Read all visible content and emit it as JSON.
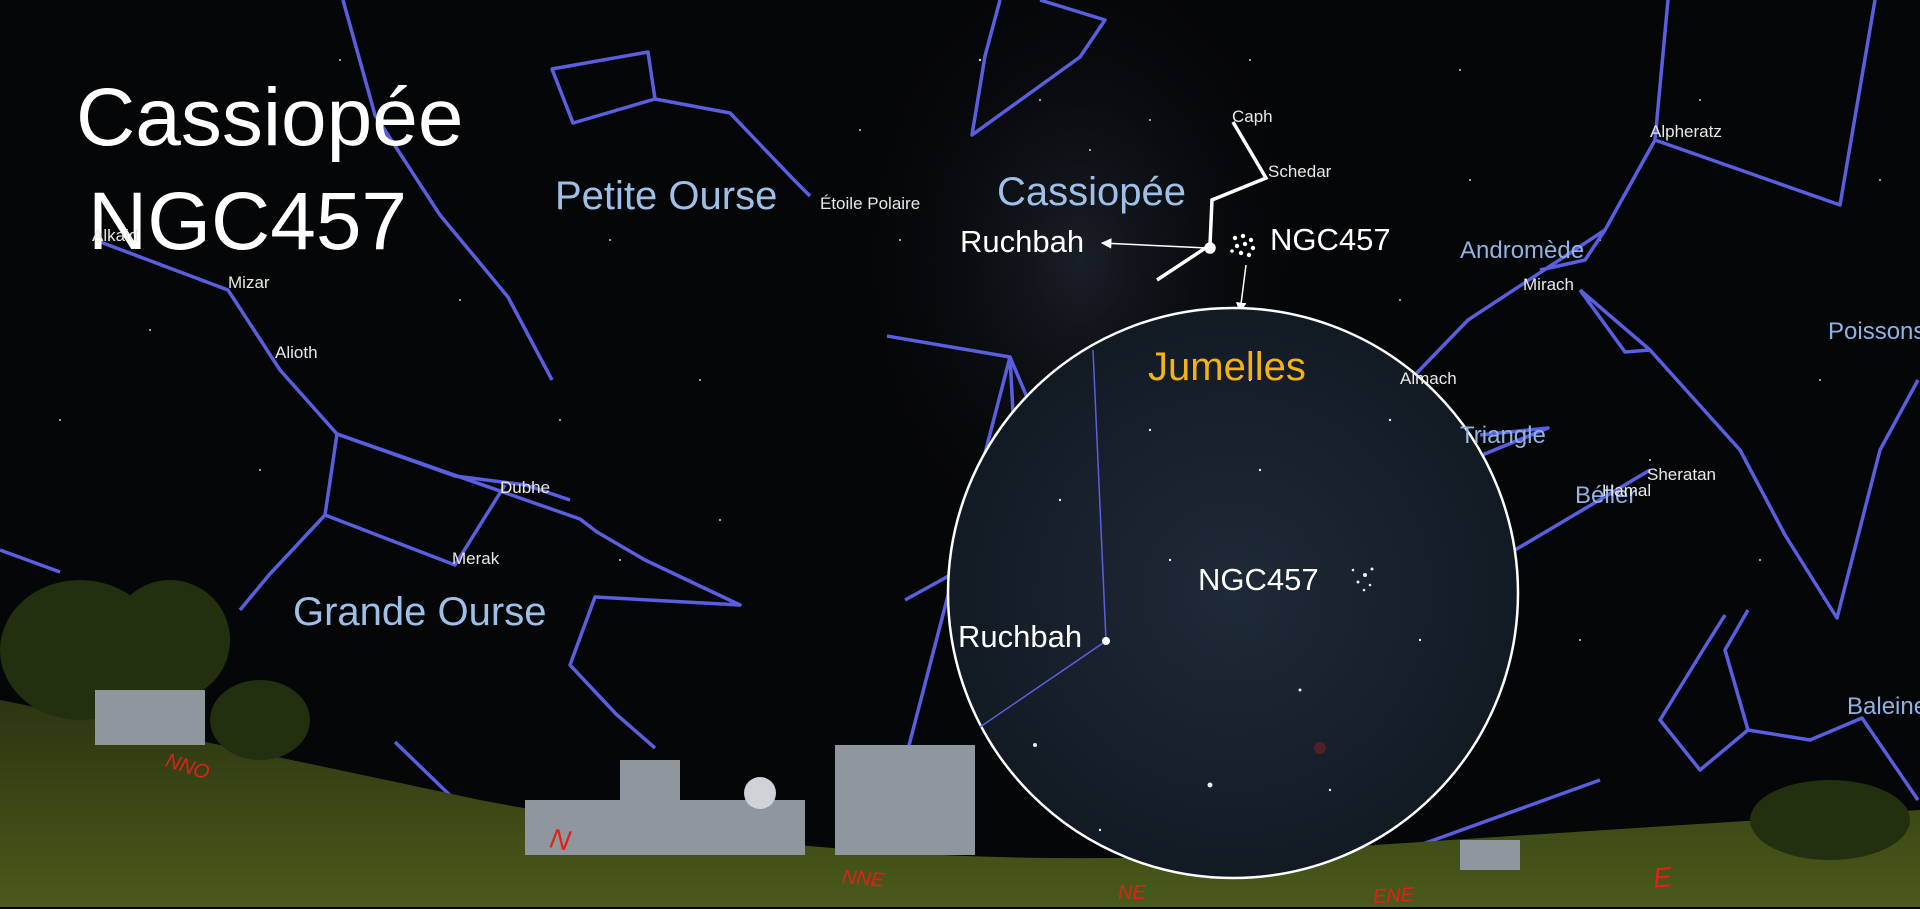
{
  "title": {
    "line1": "Cassiopée",
    "line2": "NGC457"
  },
  "constellations": {
    "petite_ourse": "Petite Ourse",
    "cassiopee": "Cassiopée",
    "grande_ourse": "Grande Ourse",
    "andromede": "Andromède",
    "poissons": "Poissons",
    "triangle": "Triangle",
    "belier": "Bélier",
    "baleine": "Baleine"
  },
  "stars": {
    "caph": "Caph",
    "schedar": "Schedar",
    "ruchbah": "Ruchbah",
    "ngc457": "NGC457",
    "etoile_polaire": "Étoile Polaire",
    "alkaid": "Alkaid",
    "mizar": "Mizar",
    "alioth": "Alioth",
    "dubhe": "Dubhe",
    "merak": "Merak",
    "alpheratz": "Alpheratz",
    "mirach": "Mirach",
    "almach": "Almach",
    "sheratan": "Sheratan",
    "hamal": "Hamal"
  },
  "cardinal": {
    "nno": "NNO",
    "n": "N",
    "nne": "NNE",
    "ne": "NE",
    "ene": "ENE",
    "e": "E"
  },
  "binocular": {
    "title": "Jumelles",
    "ngc457": "NGC457",
    "ruchbah": "Ruchbah"
  },
  "colors": {
    "constellation_lines": "#5a5fe0",
    "constellation_names": "#9ec0e8",
    "cardinal_points": "#e0201a",
    "binocular_title": "#f2b318",
    "sky": "#050608",
    "ground": "#3d4a16"
  }
}
